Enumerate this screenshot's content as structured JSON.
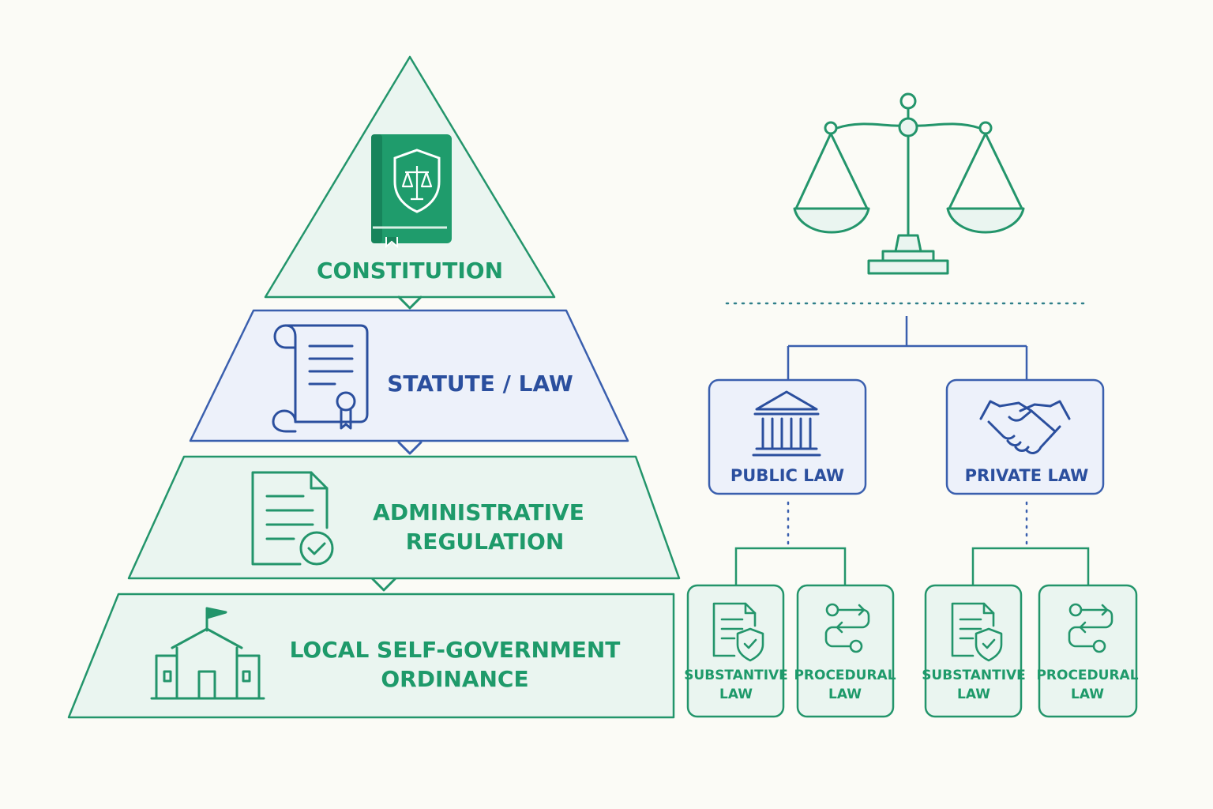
{
  "colors": {
    "background": "#fbfbf6",
    "green": "#1e9a6a",
    "green_stroke": "#23956b",
    "green_fill": "#eaf5f0",
    "blue": "#2b4f9e",
    "blue_stroke": "#3a5fae",
    "blue_fill": "#edf1fa"
  },
  "pyramid": {
    "levels": [
      {
        "id": "constitution",
        "label_lines": [
          "CONSTITUTION"
        ],
        "icon": "constitution-book-icon",
        "color": "green"
      },
      {
        "id": "statute",
        "label_lines": [
          "STATUTE / LAW"
        ],
        "icon": "scroll-certificate-icon",
        "color": "blue"
      },
      {
        "id": "administrative",
        "label_lines": [
          "ADMINISTRATIVE",
          "REGULATION"
        ],
        "icon": "document-check-icon",
        "color": "green"
      },
      {
        "id": "ordinance",
        "label_lines": [
          "LOCAL SELF-GOVERNMENT",
          "ORDINANCE"
        ],
        "icon": "town-hall-icon",
        "color": "green"
      }
    ],
    "connector_icon": "chevron-down-icon"
  },
  "classification": {
    "top_icon": "scales-of-justice-icon",
    "branches": [
      {
        "id": "public",
        "label": "PUBLIC LAW",
        "icon": "courthouse-icon",
        "color": "blue",
        "children": [
          {
            "label_lines": [
              "SUBSTANTIVE",
              "LAW"
            ],
            "icon": "document-shield-icon"
          },
          {
            "label_lines": [
              "PROCEDURAL",
              "LAW"
            ],
            "icon": "process-flow-icon"
          }
        ]
      },
      {
        "id": "private",
        "label": "PRIVATE LAW",
        "icon": "handshake-icon",
        "color": "blue",
        "children": [
          {
            "label_lines": [
              "SUBSTANTIVE",
              "LAW"
            ],
            "icon": "document-shield-icon"
          },
          {
            "label_lines": [
              "PROCEDURAL",
              "LAW"
            ],
            "icon": "process-flow-icon"
          }
        ]
      }
    ]
  }
}
